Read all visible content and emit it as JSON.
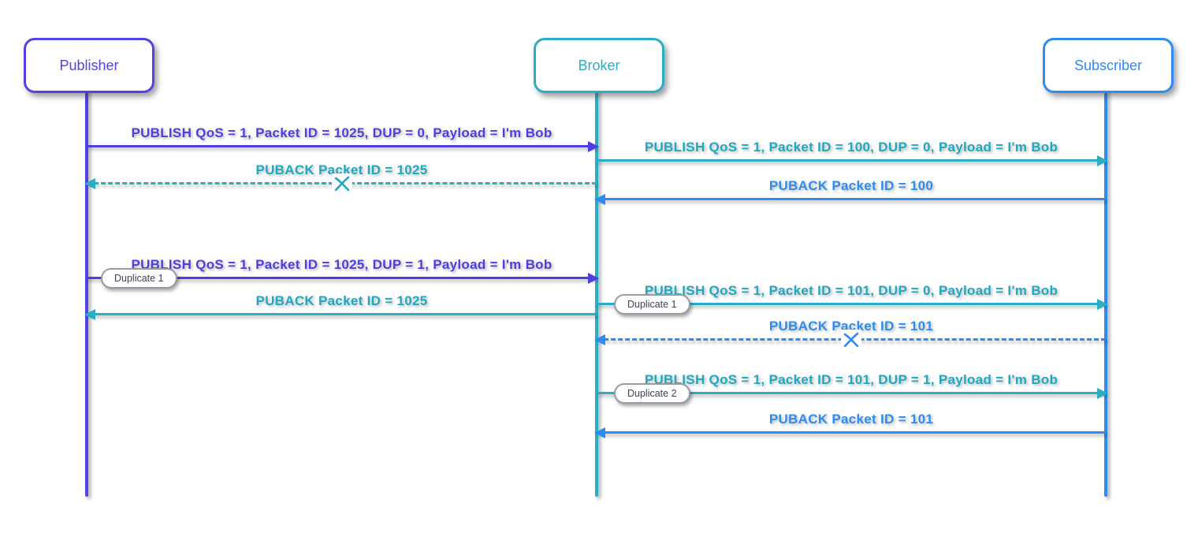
{
  "colors": {
    "publisher": "#5143e6",
    "broker": "#29aec6",
    "subscriber": "#2e8bef",
    "badge_border": "#979ca4",
    "badge_text": "#3f4450"
  },
  "actors": [
    {
      "name": "Publisher",
      "color": "#5143e6"
    },
    {
      "name": "Broker",
      "color": "#29aec6"
    },
    {
      "name": "Subscriber",
      "color": "#2e8bef"
    }
  ],
  "messages": [
    {
      "from": "Publisher",
      "to": "Broker",
      "label": "PUBLISH QoS = 1, Packet ID = 1025, DUP = 0, Payload = I'm Bob",
      "line": "solid",
      "lost": false
    },
    {
      "from": "Broker",
      "to": "Subscriber",
      "label": "PUBLISH QoS = 1, Packet ID = 100, DUP = 0, Payload = I'm Bob",
      "line": "solid",
      "lost": false
    },
    {
      "from": "Broker",
      "to": "Publisher",
      "label": "PUBACK Packet ID = 1025",
      "line": "dashed",
      "lost": true
    },
    {
      "from": "Subscriber",
      "to": "Broker",
      "label": "PUBACK Packet ID = 100",
      "line": "solid",
      "lost": false
    },
    {
      "from": "Publisher",
      "to": "Broker",
      "label": "PUBLISH QoS = 1, Packet ID = 1025, DUP = 1, Payload = I'm Bob",
      "line": "solid",
      "lost": false,
      "badge": "Duplicate 1"
    },
    {
      "from": "Broker",
      "to": "Subscriber",
      "label": "PUBLISH QoS = 1, Packet ID = 101, DUP = 0, Payload = I'm Bob",
      "line": "solid",
      "lost": false,
      "badge": "Duplicate 1"
    },
    {
      "from": "Broker",
      "to": "Publisher",
      "label": "PUBACK Packet ID = 1025",
      "line": "solid",
      "lost": false
    },
    {
      "from": "Subscriber",
      "to": "Broker",
      "label": "PUBACK Packet ID = 101",
      "line": "dashed",
      "lost": true
    },
    {
      "from": "Broker",
      "to": "Subscriber",
      "label": "PUBLISH QoS = 1, Packet ID = 101, DUP = 1, Payload = I'm Bob",
      "line": "solid",
      "lost": false,
      "badge": "Duplicate 2"
    },
    {
      "from": "Subscriber",
      "to": "Broker",
      "label": "PUBACK Packet ID = 101",
      "line": "solid",
      "lost": false
    }
  ]
}
